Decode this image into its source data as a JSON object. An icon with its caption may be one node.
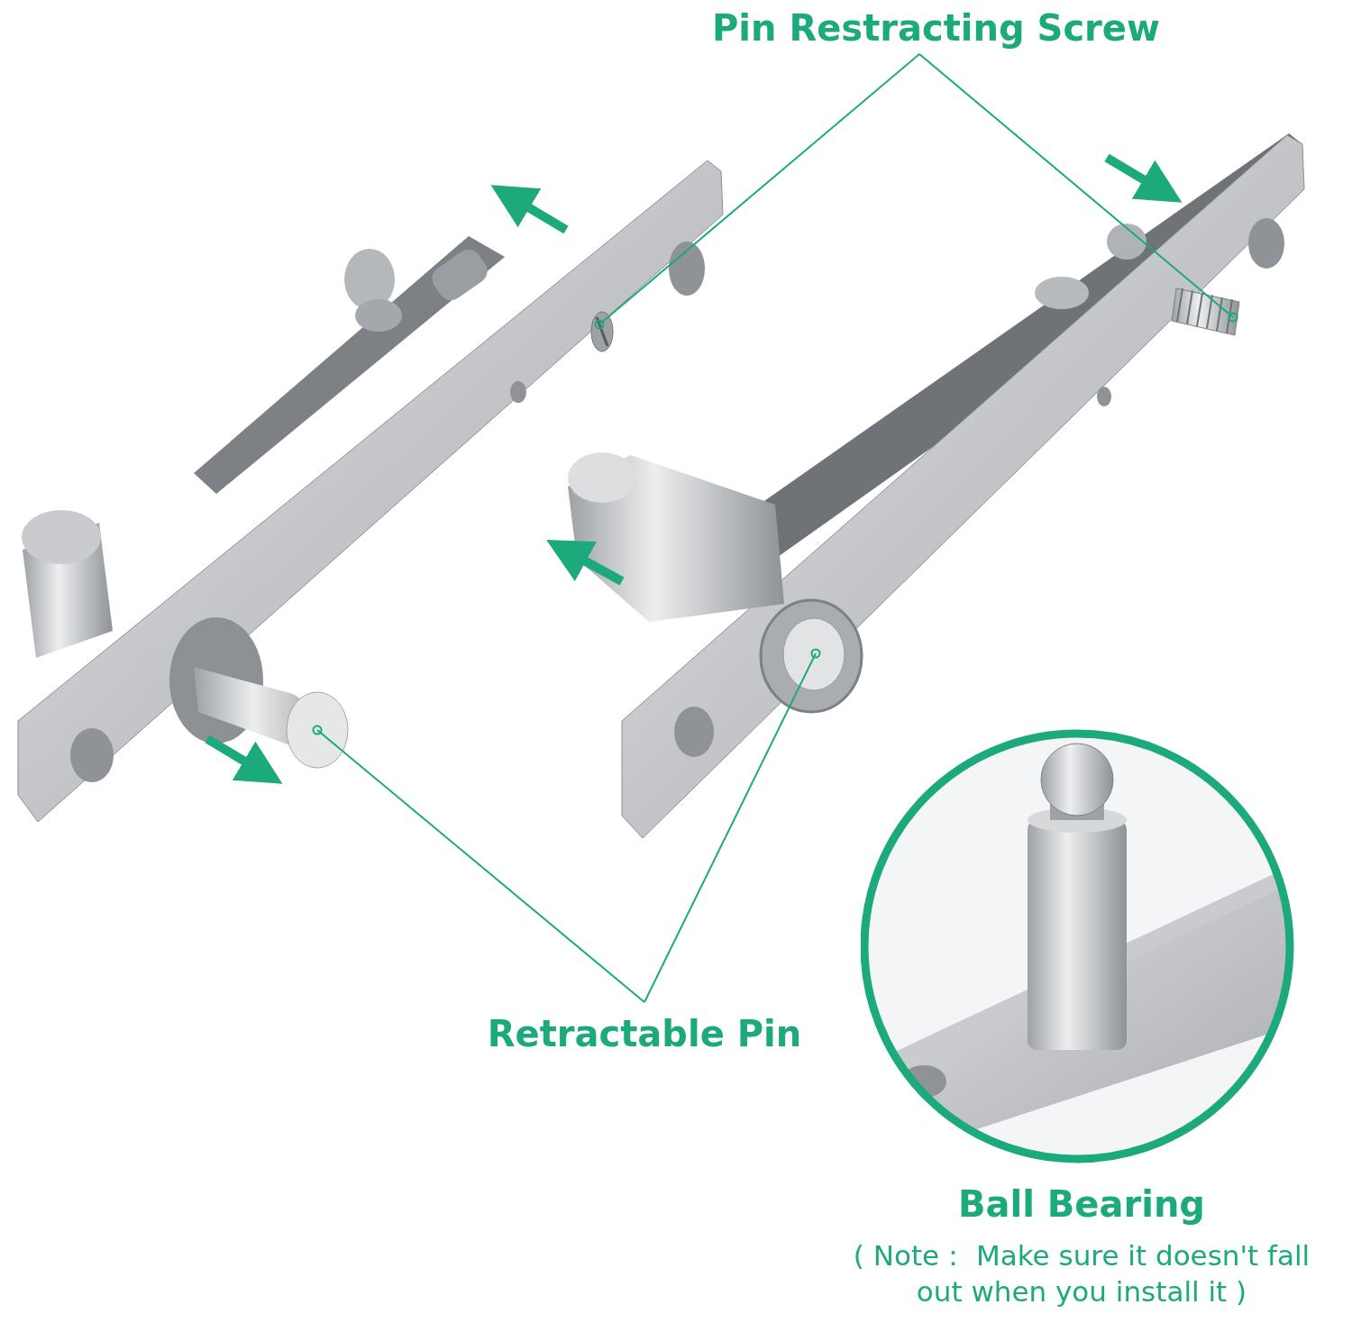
{
  "diagram": {
    "nodes": [
      {
        "text": [
          "Pin Restracting Screw"
        ]
      },
      {
        "text": [],
        "shape": "picture"
      },
      {
        "text": [],
        "shape": "picture"
      },
      {
        "text": [
          "Retractable Pin"
        ]
      },
      {
        "text": [],
        "shape": "picture"
      },
      {
        "text": [],
        "shape": "picture"
      },
      {
        "text": [
          "Ball Bearing",
          "( Note： Make sure it doesn't fall out when you install it )"
        ]
      }
    ],
    "edges": [
      {
        "from": 0,
        "to": 1,
        "arrow": "other"
      },
      {
        "from": 0,
        "to": 2,
        "arrow": "other"
      },
      {
        "from": 3,
        "to": 4,
        "arrow": "other"
      },
      {
        "from": 3,
        "to": 5,
        "arrow": "other"
      }
    ]
  }
}
